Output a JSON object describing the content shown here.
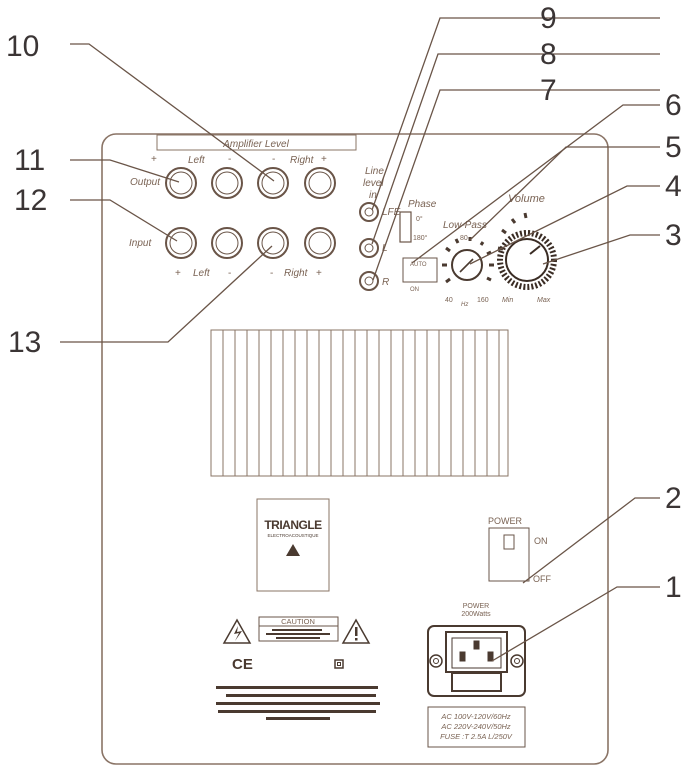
{
  "callouts": [
    "1",
    "2",
    "3",
    "4",
    "5",
    "6",
    "7",
    "8",
    "9",
    "10",
    "11",
    "12",
    "13"
  ],
  "panel": {
    "amplifier_level": "Amplifier Level",
    "output": "Output",
    "input": "Input",
    "left": "Left",
    "right": "Right",
    "plus": "+",
    "minus": "-",
    "line_level_in": [
      "Line",
      "level",
      "in"
    ],
    "lfe": "LFE",
    "l": "L",
    "r": "R",
    "phase": "Phase",
    "phase_0": "0°",
    "phase_180": "180°",
    "auto": "AUTO",
    "on_small": "ON",
    "low_pass": "Low-Pass",
    "lp_40": "40",
    "lp_80": "80",
    "lp_160": "160",
    "lp_hz": "Hz",
    "volume": "Volume",
    "min": "Min",
    "max": "Max",
    "brand": "TRIANGLE",
    "brand_sub": "ELECTROACOUSTIQUE",
    "power": "POWER",
    "on": "ON",
    "off": "OFF",
    "power_rating": [
      "POWER",
      "200Watts"
    ],
    "caution": "CAUTION",
    "ce": "CE",
    "mains": [
      "AC 100V-120V/60Hz",
      "AC 220V-240V/50Hz",
      "FUSE :T 2.5A  L/250V"
    ]
  }
}
